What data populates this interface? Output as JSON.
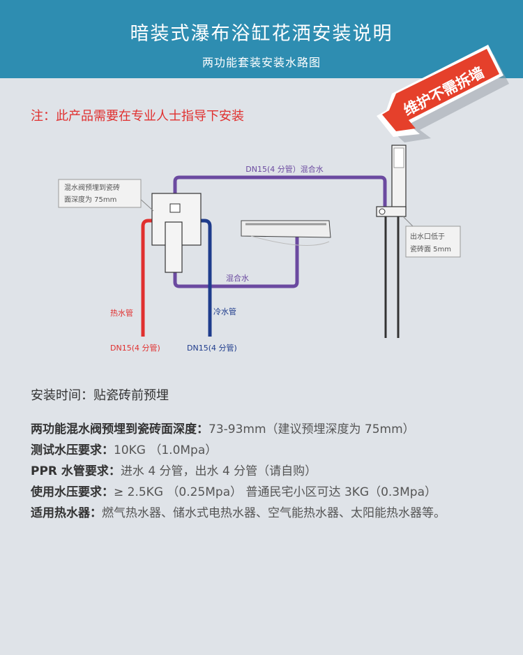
{
  "header": {
    "title": "暗装式瀑布浴缸花洒安装说明",
    "subtitle": "两功能套装安装水路图",
    "bg": "#2e8db1"
  },
  "badge": {
    "text": "维护不需拆墙",
    "color": "#e5402b"
  },
  "note": "注：此产品需要在专业人士指导下安装",
  "diagram": {
    "top_pipe_label": "DN15(4 分管）混合水",
    "valve_box_lines": [
      "混水阀预埋到瓷砖",
      "面深度为 75mm"
    ],
    "mix_label": "混合水",
    "hot_label": "热水管",
    "cold_label": "冷水管",
    "hot_dn_label": "DN15(4 分管)",
    "cold_dn_label": "DN15(4 分管)",
    "outlet_box_lines": [
      "出水口低于",
      "瓷砖面 5mm"
    ],
    "colors": {
      "hot": "#e0302f",
      "cold": "#1f3c8c",
      "mix": "#6b4aa0"
    }
  },
  "specs": {
    "time": "安装时间：贴瓷砖前预埋",
    "rows": [
      {
        "key": "两功能混水阀预埋到瓷砖面深度：",
        "value": "73-93mm（建议预埋深度为 75mm）"
      },
      {
        "key": "测试水压要求：",
        "value": "10KG （1.0Mpa）"
      },
      {
        "key": "PPR 水管要求：",
        "value": "进水 4 分管，出水 4 分管（请自购）"
      },
      {
        "key": "使用水压要求：",
        "value": "≥ 2.5KG （0.25Mpa）   普通民宅小区可达 3KG（0.3Mpa）"
      },
      {
        "key": "适用热水器：",
        "value": "燃气热水器、储水式电热水器、空气能热水器、太阳能热水器等。"
      }
    ]
  }
}
